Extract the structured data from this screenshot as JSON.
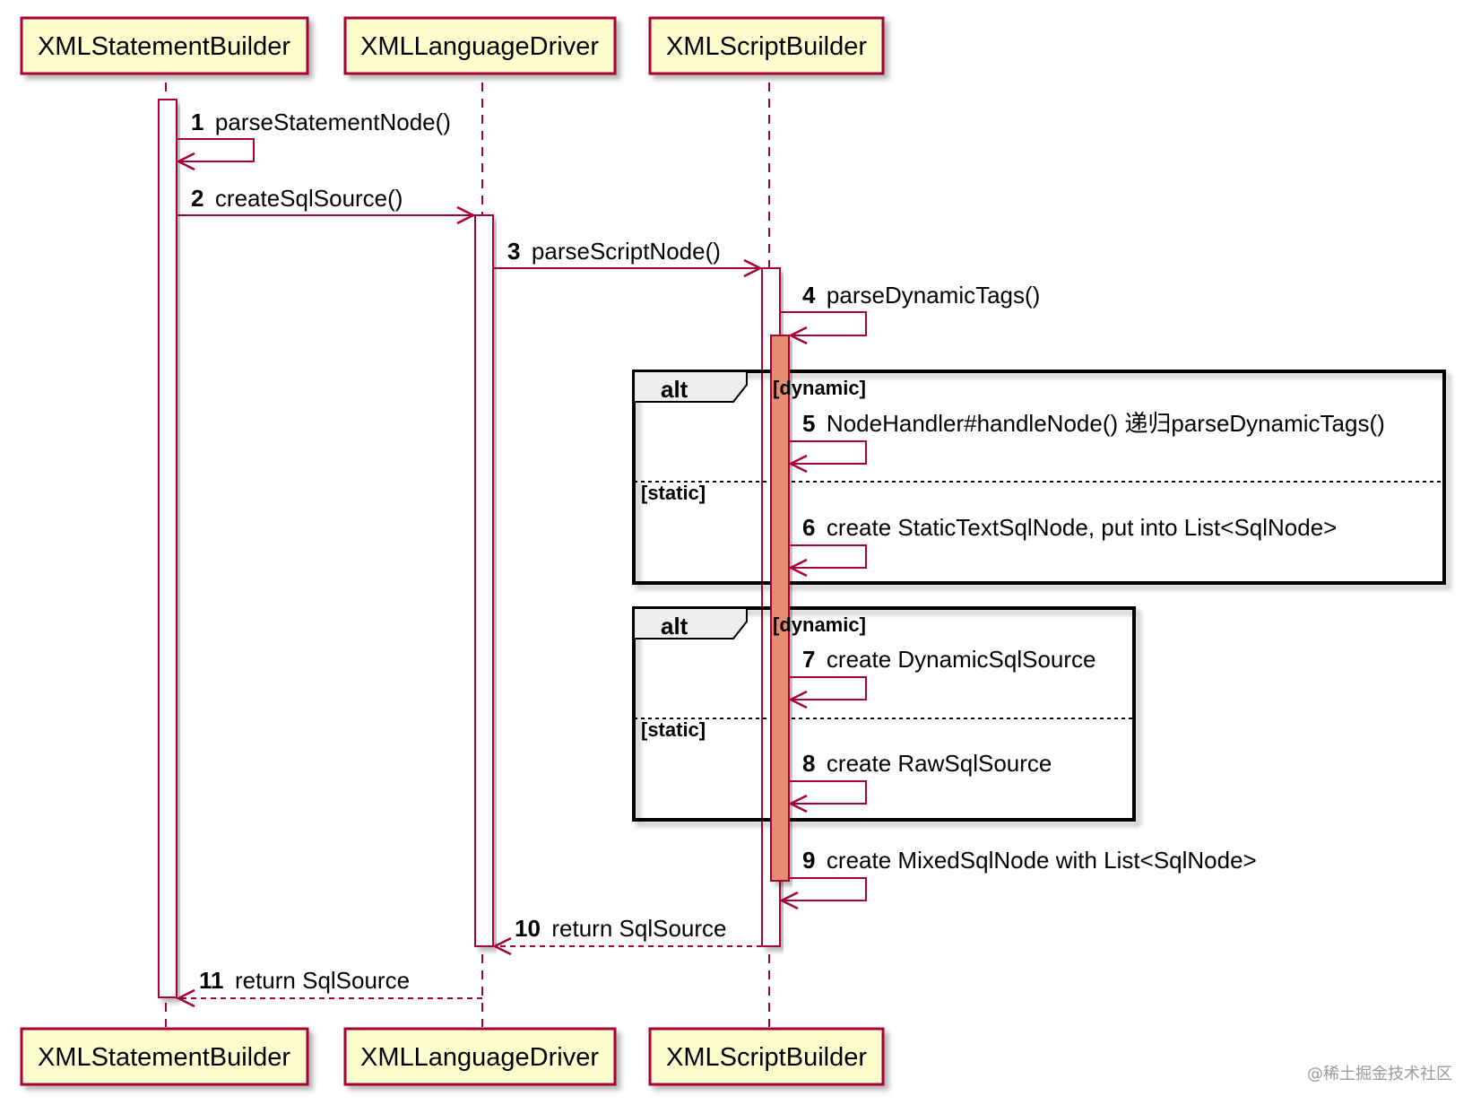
{
  "participants": [
    {
      "name": "XMLStatementBuilder"
    },
    {
      "name": "XMLLanguageDriver"
    },
    {
      "name": "XMLScriptBuilder"
    }
  ],
  "messages": [
    {
      "num": "1",
      "text": "parseStatementNode()"
    },
    {
      "num": "2",
      "text": "createSqlSource()"
    },
    {
      "num": "3",
      "text": "parseScriptNode()"
    },
    {
      "num": "4",
      "text": "parseDynamicTags()"
    },
    {
      "num": "5",
      "text": "NodeHandler#handleNode() 递归parseDynamicTags()"
    },
    {
      "num": "6",
      "text": "create StaticTextSqlNode, put into List<SqlNode>"
    },
    {
      "num": "7",
      "text": "create DynamicSqlSource"
    },
    {
      "num": "8",
      "text": "create RawSqlSource"
    },
    {
      "num": "9",
      "text": "create MixedSqlNode with List<SqlNode>"
    },
    {
      "num": "10",
      "text": "return SqlSource"
    },
    {
      "num": "11",
      "text": "return SqlSource"
    }
  ],
  "fragments": [
    {
      "type": "alt",
      "guards": [
        "[dynamic]",
        "[static]"
      ]
    },
    {
      "type": "alt",
      "guards": [
        "[dynamic]",
        "[static]"
      ]
    }
  ],
  "colors": {
    "border": "#A80036",
    "participant_fill": "#FEFECE",
    "highlight_activation": "#E58C72",
    "frame_tab": "#EEEEEE"
  },
  "watermark": "@稀土掘金技术社区"
}
